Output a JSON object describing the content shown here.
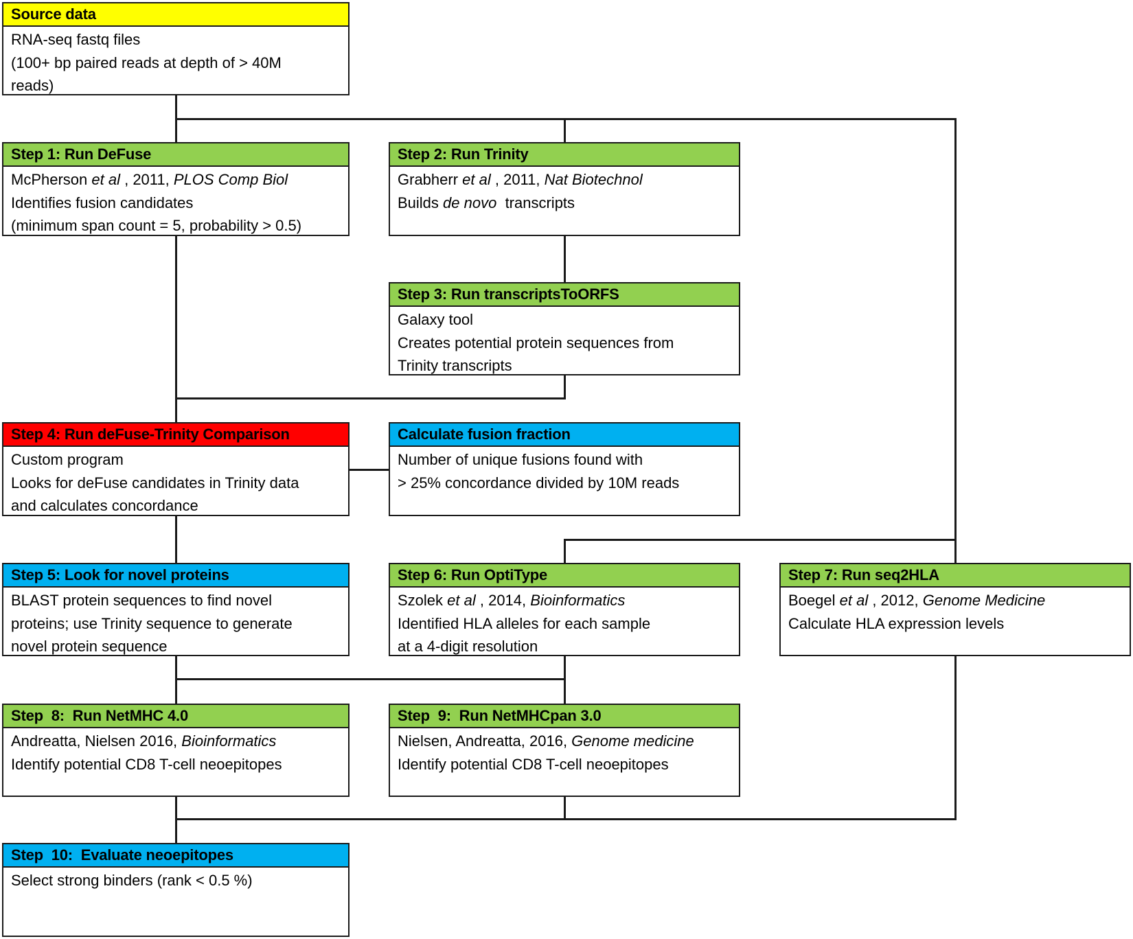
{
  "colors": {
    "source": "#FFFF00",
    "tool_step": "#92D050",
    "comparison_step": "#FF0000",
    "analysis_step": "#00B0F0",
    "lines": "#1a1a1a"
  },
  "boxes": {
    "source": {
      "title": "Source data",
      "lines": [
        "RNA-seq fastq files",
        "(100+ bp paired reads at depth of > 40M",
        "reads)"
      ]
    },
    "step1": {
      "title": "Step 1:  Run DeFuse",
      "cite_author": "McPherson ",
      "cite_etal": "et al",
      "cite_year": " , 2011, ",
      "cite_journal": "PLOS Comp Biol",
      "lines": [
        "Identifies fusion candidates",
        "(minimum span count = 5, probability > 0.5)"
      ]
    },
    "step2": {
      "title": "Step 2:  Run Trinity",
      "cite_author": "Grabherr ",
      "cite_etal": "et al",
      "cite_year": " , 2011, ",
      "cite_journal": "Nat Biotechnol",
      "desc_pre": "Builds ",
      "desc_italic": "de novo",
      "desc_post": "  transcripts"
    },
    "step3": {
      "title": "Step 3:  Run transcriptsToORFS",
      "lines": [
        "Galaxy tool",
        "Creates potential protein sequences from",
        "Trinity transcripts"
      ]
    },
    "step4": {
      "title": "Step 4:  Run deFuse-Trinity Comparison",
      "lines": [
        "Custom program",
        "Looks for deFuse candidates in Trinity data",
        "and calculates concordance"
      ]
    },
    "fusion_fraction": {
      "title": "Calculate fusion fraction",
      "lines": [
        "Number of unique fusions found with",
        "> 25% concordance divided by 10M reads"
      ]
    },
    "step5": {
      "title": "Step 5:  Look for novel proteins",
      "lines": [
        "BLAST protein sequences to find novel",
        "proteins; use Trinity sequence to generate",
        "novel protein sequence"
      ]
    },
    "step6": {
      "title": "Step 6:  Run OptiType",
      "cite_author": "Szolek ",
      "cite_etal": "et al",
      "cite_year": " , 2014, ",
      "cite_journal": "Bioinformatics",
      "lines": [
        "Identified HLA alleles for each sample",
        "at a 4-digit resolution"
      ]
    },
    "step7": {
      "title": "Step 7:  Run seq2HLA",
      "cite_author": "Boegel ",
      "cite_etal": "et al",
      "cite_year": " , 2012, ",
      "cite_journal": "Genome Medicine",
      "lines": [
        "Calculate HLA expression levels"
      ]
    },
    "step8": {
      "title": "Step  8:  Run NetMHC 4.0",
      "cite_plain": "Andreatta, Nielsen 2016, ",
      "cite_journal": "Bioinformatics",
      "lines": [
        "Identify potential CD8 T-cell neoepitopes"
      ]
    },
    "step9": {
      "title": "Step  9:  Run NetMHCpan 3.0",
      "cite_plain": "Nielsen, Andreatta, 2016, ",
      "cite_journal": "Genome medicine",
      "lines": [
        "Identify potential CD8 T-cell neoepitopes"
      ]
    },
    "step10": {
      "title": "Step  10:  Evaluate neoepitopes",
      "lines": [
        "Select strong binders (rank < 0.5 %)"
      ]
    }
  }
}
